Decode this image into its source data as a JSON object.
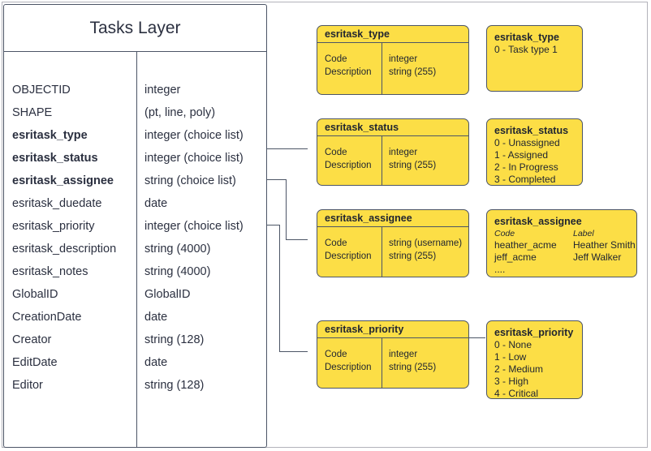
{
  "diagram": {
    "title_box": {
      "title": "Tasks Layer",
      "fields": [
        {
          "name": "OBJECTID",
          "type": "integer",
          "bold": false
        },
        {
          "name": "SHAPE",
          "type": "(pt, line, poly)",
          "bold": false
        },
        {
          "name": "esritask_type",
          "type": "integer (choice list)",
          "bold": true
        },
        {
          "name": "esritask_status",
          "type": "integer (choice list)",
          "bold": true
        },
        {
          "name": "esritask_assignee",
          "type": "string (choice list)",
          "bold": true
        },
        {
          "name": "esritask_duedate",
          "type": "date",
          "bold": false
        },
        {
          "name": "esritask_priority",
          "type": "integer (choice list)",
          "bold": false
        },
        {
          "name": "esritask_description",
          "type": "string (4000)",
          "bold": false
        },
        {
          "name": "esritask_notes",
          "type": "string (4000)",
          "bold": false
        },
        {
          "name": "GlobalID",
          "type": "GlobalID",
          "bold": false
        },
        {
          "name": "CreationDate",
          "type": "date",
          "bold": false
        },
        {
          "name": "Creator",
          "type": "string (128)",
          "bold": false
        },
        {
          "name": "EditDate",
          "type": "date",
          "bold": false
        },
        {
          "name": "Editor",
          "type": "string (128)",
          "bold": false
        }
      ]
    },
    "schema_boxes": [
      {
        "title": "esritask_type",
        "col_a": [
          "Code",
          "Description"
        ],
        "col_b": [
          "integer",
          "string (255)"
        ]
      },
      {
        "title": "esritask_status",
        "col_a": [
          "Code",
          "Description"
        ],
        "col_b": [
          "integer",
          "string (255)"
        ]
      },
      {
        "title": "esritask_assignee",
        "col_a": [
          "Code",
          "Description"
        ],
        "col_b": [
          "string  (username)",
          "string (255)"
        ]
      },
      {
        "title": "esritask_priority",
        "col_a": [
          "Code",
          "Description"
        ],
        "col_b": [
          "integer",
          "string (255)"
        ]
      }
    ],
    "value_boxes": [
      {
        "title": "esritask_type",
        "lines": [
          "0 - Task type 1"
        ]
      },
      {
        "title": "esritask_status",
        "lines": [
          "0 - Unassigned",
          "1 - Assigned",
          "2 - In Progress",
          "3 - Completed"
        ]
      },
      {
        "title": "esritask_assignee",
        "header": {
          "code": "Code",
          "label": "Label"
        },
        "rows": [
          {
            "code": "heather_acme",
            "label": "Heather Smith"
          },
          {
            "code": "jeff_acme",
            "label": "Jeff Walker"
          },
          {
            "code": "....",
            "label": ""
          }
        ]
      },
      {
        "title": "esritask_priority",
        "lines": [
          "0 - None",
          "1 - Low",
          "2 - Medium",
          "3 - High",
          "4 - Critical"
        ]
      }
    ],
    "colors": {
      "domain_fill": "#fcde46",
      "stroke": "#4c5566",
      "page_border": "#b3b3bb",
      "text": "#2b3040"
    }
  }
}
